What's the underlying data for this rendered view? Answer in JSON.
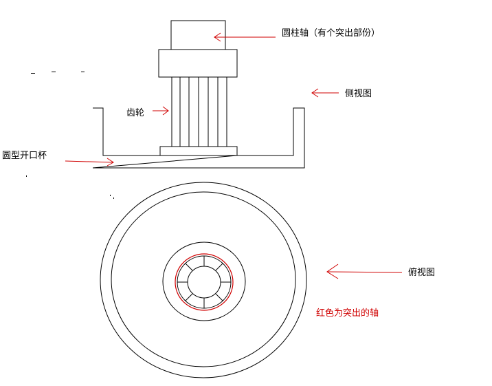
{
  "labels": {
    "shaft": "圆柱轴（有个突出部份）",
    "side_view": "侧视图",
    "gear": "齿轮",
    "cup": "圆型开口杯",
    "top_view": "俯视图",
    "note": "红色为突出的轴"
  },
  "colors": {
    "line": "#000000",
    "arrow": "#d00000",
    "note": "#d00000",
    "background": "#ffffff"
  }
}
